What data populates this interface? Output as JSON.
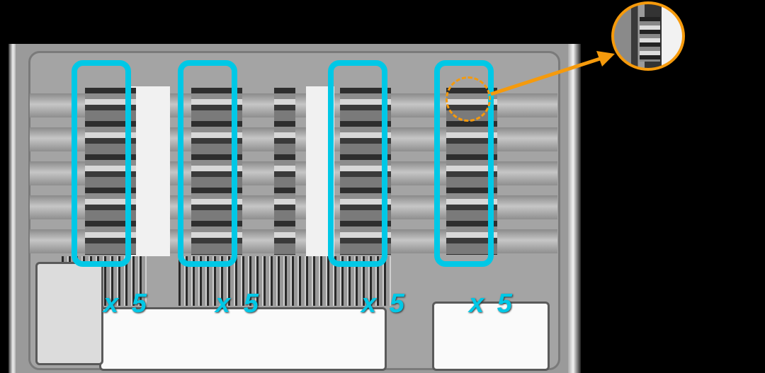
{
  "figure": {
    "subject": "die micrograph",
    "annotations": {
      "highlight_color": "#00c8e6",
      "callout_color": "#f59a0c",
      "groups": [
        {
          "label": "x 5"
        },
        {
          "label": "x 5"
        },
        {
          "label": "x 5"
        },
        {
          "label": "x 5"
        }
      ],
      "magnified_callout": "zoomed-cell"
    }
  }
}
